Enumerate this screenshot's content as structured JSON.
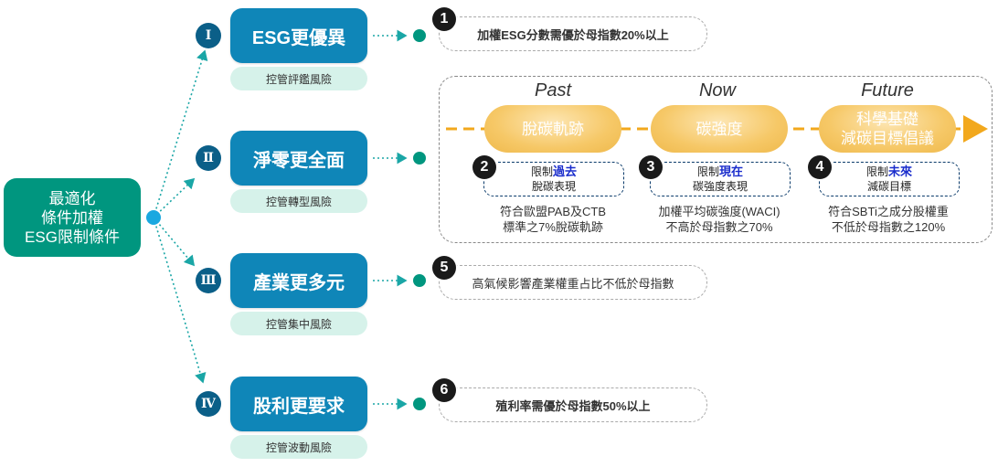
{
  "root": {
    "lines": [
      "最適化",
      "條件加權",
      "ESG限制條件"
    ]
  },
  "branches": [
    {
      "numeral": "Ⅰ",
      "title": "ESG更優異",
      "risk": "控管評鑑風險"
    },
    {
      "numeral": "Ⅱ",
      "title": "淨零更全面",
      "risk": "控管轉型風險"
    },
    {
      "numeral": "Ⅲ",
      "title": "產業更多元",
      "risk": "控管集中風險"
    },
    {
      "numeral": "Ⅳ",
      "title": "股利更要求",
      "risk": "控管波動風險"
    }
  ],
  "conditions": [
    {
      "number": "1",
      "text": "加權ESG分數需優於母指數20%以上"
    },
    {
      "number": "5",
      "text": "高氣候影響產業權重占比不低於母指數"
    },
    {
      "number": "6",
      "text": "殖利率需優於母指數50%以上"
    }
  ],
  "net_zero": {
    "stages": [
      {
        "era": "Past",
        "label_lines": [
          "脫碳軌跡"
        ],
        "number": "2",
        "limit_prefix": "限制",
        "limit_highlight": "過去",
        "limit_sub": "脫碳表現",
        "criteria_lines": [
          "符合歐盟PAB及CTB",
          "標準之7%脫碳軌跡"
        ]
      },
      {
        "era": "Now",
        "label_lines": [
          "碳強度"
        ],
        "number": "3",
        "limit_prefix": "限制",
        "limit_highlight": "現在",
        "limit_sub": "碳強度表現",
        "criteria_lines": [
          "加權平均碳強度(WACI)",
          "不高於母指數之70%"
        ]
      },
      {
        "era": "Future",
        "label_lines": [
          "科學基礎",
          "減碳目標倡議"
        ],
        "number": "4",
        "limit_prefix": "限制",
        "limit_highlight": "未來",
        "limit_sub": "減碳目標",
        "criteria_lines": [
          "符合SBTi之成分股權重",
          "不低於母指數之120%"
        ]
      }
    ]
  },
  "colors": {
    "root": "#00967f",
    "pillar": "#0f86b8",
    "numeral": "#0b5f88",
    "risk_bg": "#d6f2ea",
    "connector": "#1aa6a6",
    "timeline": "#f2a81d",
    "highlight": "#1a2dcc"
  }
}
